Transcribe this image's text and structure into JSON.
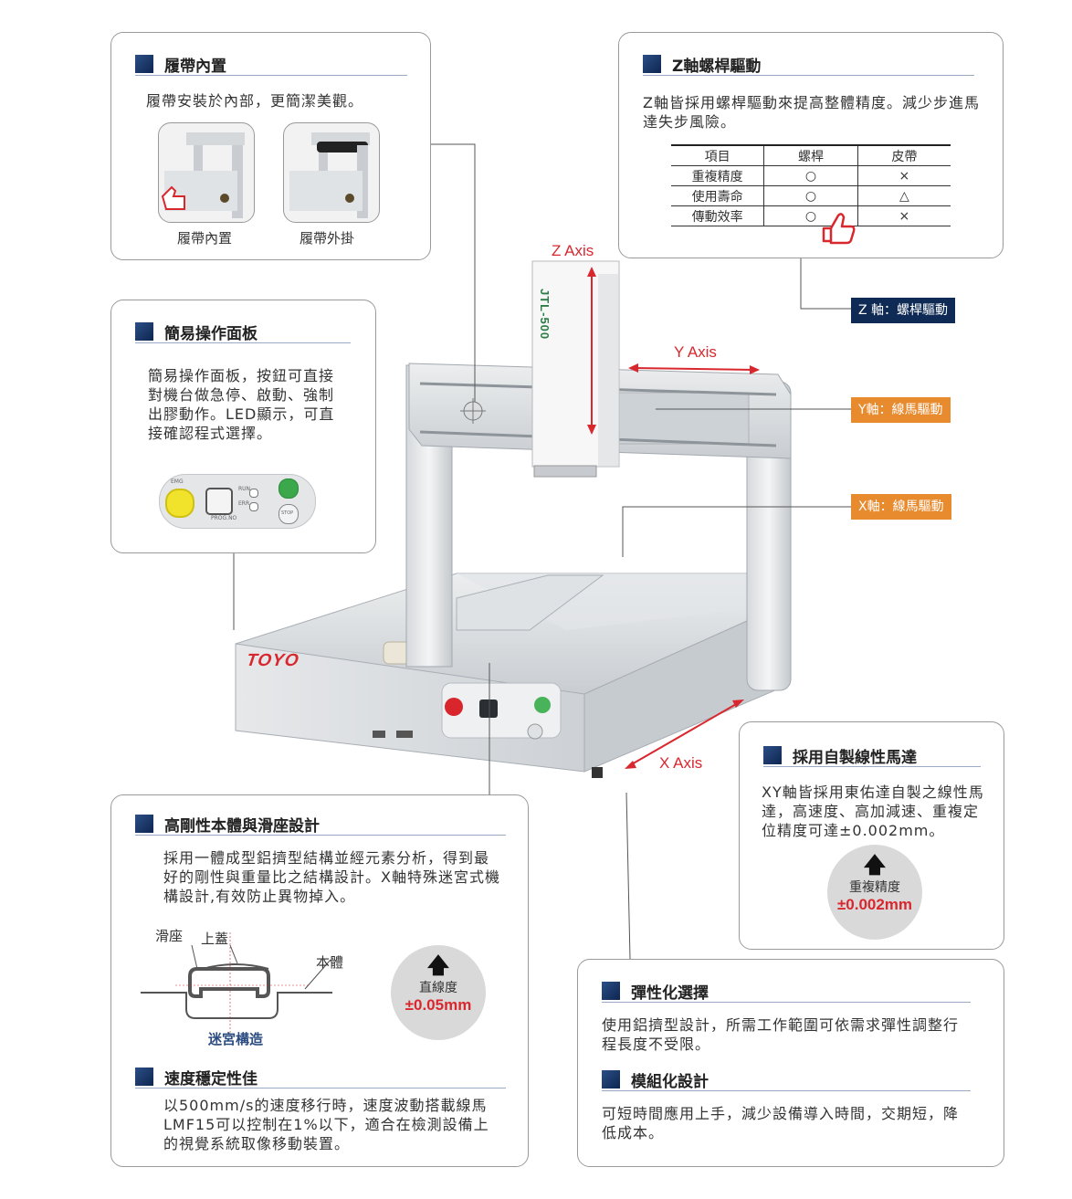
{
  "features": {
    "belt_internal": {
      "title": "履帶內置",
      "text": "履帶安裝於內部，更簡潔美觀。",
      "captions": [
        "履帶內置",
        "履帶外掛"
      ]
    },
    "zscrew": {
      "title": "Z軸螺桿驅動",
      "text": "Z軸皆採用螺桿驅動來提高整體精度。減少步進馬達失步風險。",
      "table": {
        "headers": [
          "項目",
          "螺桿",
          "皮帶"
        ],
        "rows": [
          [
            "重複精度",
            "○",
            "×"
          ],
          [
            "使用壽命",
            "○",
            "△"
          ],
          [
            "傳動效率",
            "○",
            "×"
          ]
        ]
      }
    },
    "panel": {
      "title": "簡易操作面板",
      "text": "簡易操作面板，按鈕可直接對機台做急停、啟動、強制出膠動作。LED顯示，可直接確認程式選擇。",
      "labels": {
        "emg": "EMG",
        "run": "RUN",
        "err": "ERR",
        "prog": "PROG.NO",
        "stop": "STOP"
      }
    },
    "rigidity": {
      "title": "高剛性本體與滑座設計",
      "text": "採用一體成型鋁擠型結構並經元素分析，得到最好的剛性與重量比之結構設計。X軸特殊迷宮式機構設計,有效防止異物掉入。",
      "diagram": {
        "slide": "滑座",
        "cover": "上蓋",
        "body": "本體",
        "maze": "迷宮構造"
      },
      "badge": {
        "arrow": "🡅",
        "label": "直線度",
        "value": "±0.05mm"
      }
    },
    "speed": {
      "title": "速度穩定性佳",
      "text": "以500mm/s的速度移行時，速度波動搭載線馬LMF15可以控制在1%以下，適合在檢測設備上的視覺系統取像移動裝置。"
    },
    "linear_motor": {
      "title": "採用自製線性馬達",
      "text": "XY軸皆採用東佑達自製之線性馬達，高速度、高加減速、重複定位精度可達±0.002mm。",
      "badge": {
        "arrow": "🡅",
        "label": "重複精度",
        "value": "±0.002mm"
      }
    },
    "flexible": {
      "title": "彈性化選擇",
      "text": "使用鋁擠型設計，所需工作範圍可依需求彈性調整行程長度不受限。"
    },
    "modular": {
      "title": "模組化設計",
      "text": "可短時間應用上手，減少設備導入時間，交期短，降低成本。"
    }
  },
  "machine": {
    "brand": "TOYO",
    "model": "JTL-500",
    "axes": {
      "z": "Z Axis",
      "y": "Y Axis",
      "x": "X Axis"
    },
    "tags": {
      "z": {
        "text": "Z 軸：螺桿驅動",
        "color": "#0e2a55"
      },
      "y": {
        "text": "Y軸：線馬驅動",
        "color": "#e88a2e"
      },
      "x": {
        "text": "X軸：線馬驅動",
        "color": "#e88a2e"
      }
    }
  },
  "colors": {
    "accent_red": "#d9272e",
    "navy": "#0e2a55",
    "orange": "#e88a2e"
  }
}
